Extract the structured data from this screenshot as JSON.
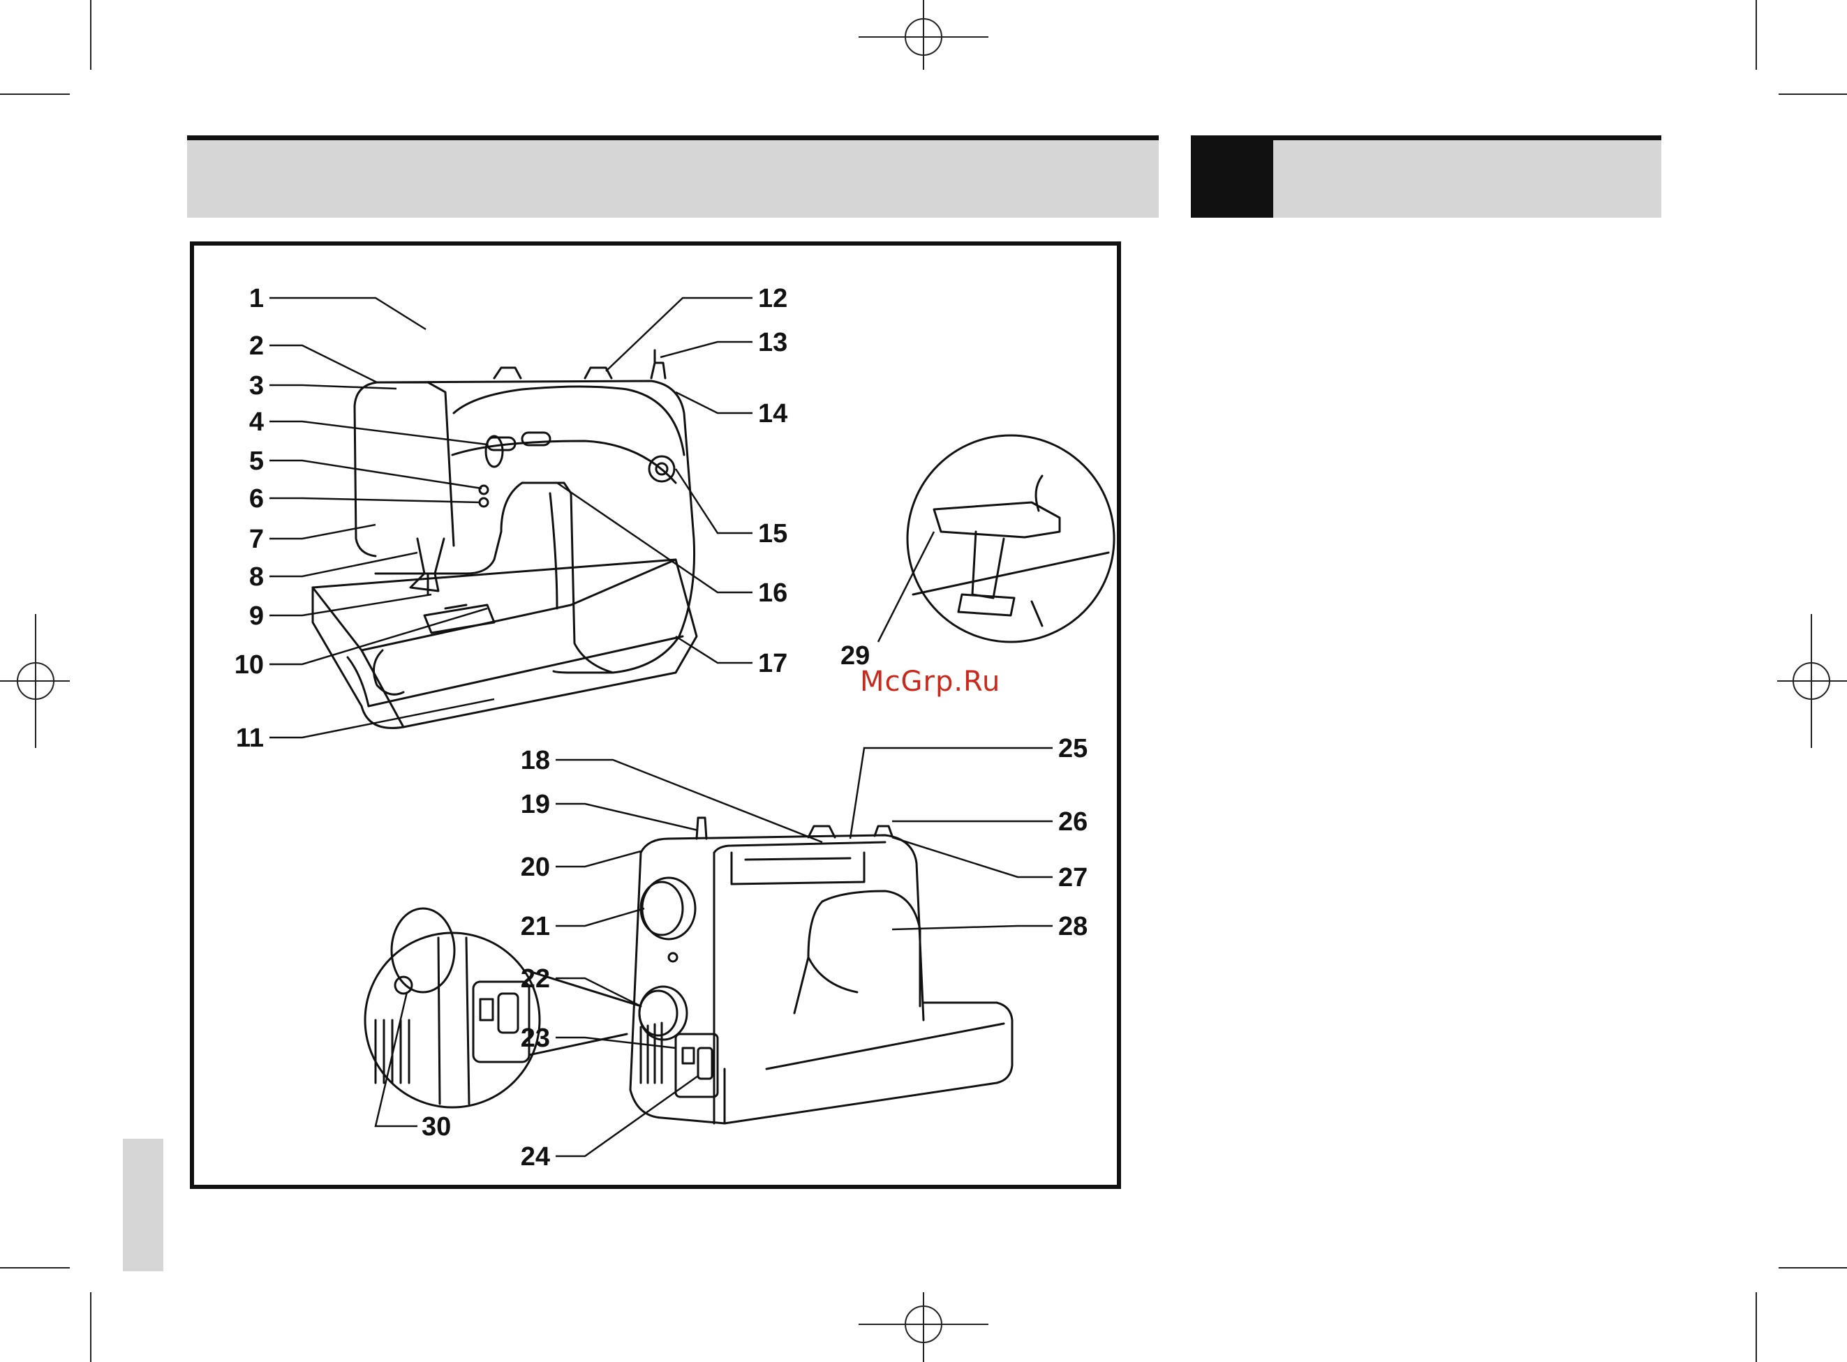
{
  "watermark": "McGrp.Ru",
  "figure": {
    "callouts": [
      "1",
      "2",
      "3",
      "4",
      "5",
      "6",
      "7",
      "8",
      "9",
      "10",
      "11",
      "12",
      "13",
      "14",
      "15",
      "16",
      "17",
      "18",
      "19",
      "20",
      "21",
      "22",
      "23",
      "24",
      "25",
      "26",
      "27",
      "28",
      "29",
      "30"
    ]
  }
}
